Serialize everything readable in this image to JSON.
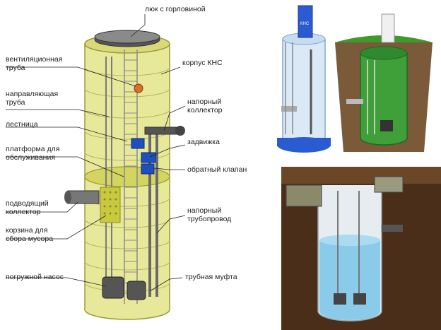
{
  "labels": {
    "manhole": "люк с горловиной",
    "vent_pipe": "вентиляционная\nтруба",
    "kns_body": "корпус КНС",
    "guide_pipe": "направляющая\nтруба",
    "pressure_collector": "напорный\nколлектор",
    "ladder": "лестница",
    "gate_valve": "задвижка",
    "platform": "платформа для\nобслуживания",
    "check_valve": "обратный клапан",
    "inlet_collector": "подводящий\nколлектор",
    "pressure_pipeline": "напорный\nтрубопровод",
    "trash_basket": "корзина для\nсбора мусора",
    "pump": "погружной насос",
    "pipe_coupling": "трубная муфта"
  },
  "tank_sign": "КНС",
  "colors": {
    "tank_fill": "#e8e89a",
    "tank_stroke": "#9a9a3a",
    "tank_ring": "#b5b560",
    "blue": "#1f4fbf",
    "green": "#2f8a2f",
    "soil": "#5a3a22",
    "water": "#7fc8e8"
  }
}
